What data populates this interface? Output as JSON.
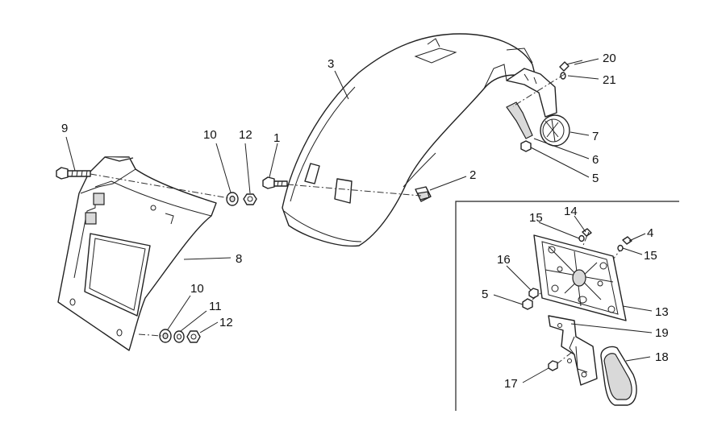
{
  "diagram": {
    "callouts": [
      {
        "id": "c1",
        "text": "1"
      },
      {
        "id": "c2",
        "text": "2"
      },
      {
        "id": "c3",
        "text": "3"
      },
      {
        "id": "c4",
        "text": "4"
      },
      {
        "id": "c5a",
        "text": "5"
      },
      {
        "id": "c5b",
        "text": "5"
      },
      {
        "id": "c6",
        "text": "6"
      },
      {
        "id": "c7",
        "text": "7"
      },
      {
        "id": "c8",
        "text": "8"
      },
      {
        "id": "c9",
        "text": "9"
      },
      {
        "id": "c10a",
        "text": "10"
      },
      {
        "id": "c10b",
        "text": "10"
      },
      {
        "id": "c11",
        "text": "11"
      },
      {
        "id": "c12a",
        "text": "12"
      },
      {
        "id": "c12b",
        "text": "12"
      },
      {
        "id": "c13",
        "text": "13"
      },
      {
        "id": "c14",
        "text": "14"
      },
      {
        "id": "c15a",
        "text": "15"
      },
      {
        "id": "c15b",
        "text": "15"
      },
      {
        "id": "c16",
        "text": "16"
      },
      {
        "id": "c17",
        "text": "17"
      },
      {
        "id": "c18",
        "text": "18"
      },
      {
        "id": "c19",
        "text": "19"
      },
      {
        "id": "c20",
        "text": "20"
      },
      {
        "id": "c21",
        "text": "21"
      }
    ]
  }
}
